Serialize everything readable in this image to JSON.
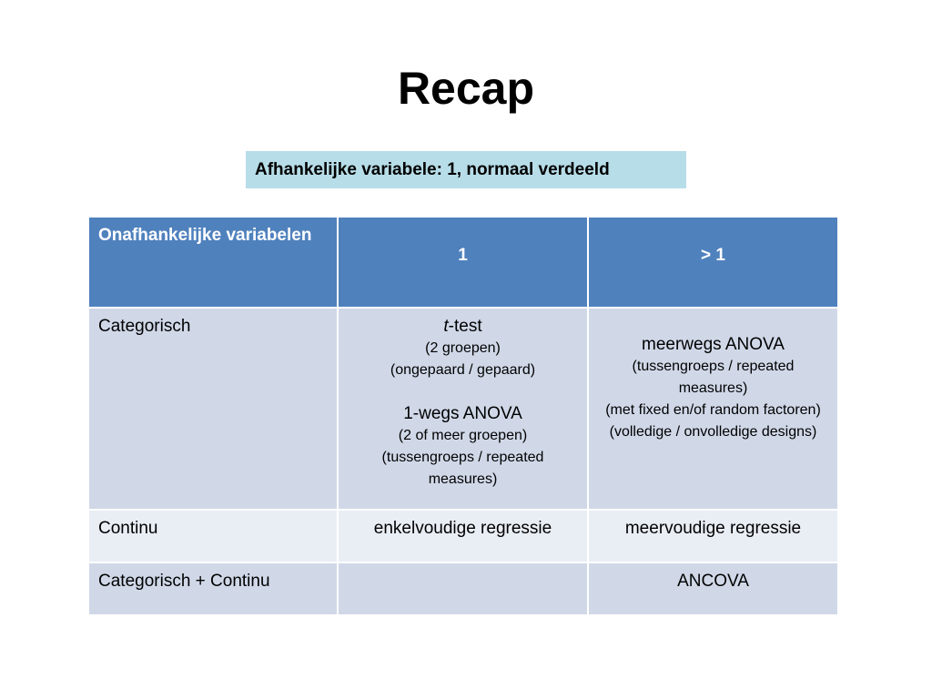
{
  "slide": {
    "title": "Recap",
    "dependent_variable_label": "Afhankelijke variabele: 1, normaal verdeeld"
  },
  "table": {
    "header": {
      "col1": "Onafhankelijke variabelen",
      "col2": "1",
      "col3": "> 1"
    },
    "rows": [
      {
        "label": "Categorisch",
        "one": {
          "ttest_italic": "t",
          "ttest_rest": "-test",
          "ttest_lines": [
            "(2 groepen)",
            "(ongepaard / gepaard)"
          ],
          "anova_title": "1-wegs ANOVA",
          "anova_lines": [
            "(2 of meer groepen)",
            "(tussengroeps / repeated measures)"
          ]
        },
        "more": {
          "title": "meerwegs ANOVA",
          "lines": [
            "(tussengroeps / repeated measures)",
            "(met fixed en/of random factoren)",
            "(volledige / onvolledige designs)"
          ]
        }
      },
      {
        "label": "Continu",
        "one": "enkelvoudige regressie",
        "more": "meervoudige regressie"
      },
      {
        "label": "Categorisch + Continu",
        "one": "",
        "more": "ANCOVA"
      }
    ]
  },
  "colors": {
    "header_bg": "#4f81bd",
    "row_dark": "#d0d8e8",
    "row_light": "#e9edf4",
    "label_box": "#b7dde8"
  }
}
